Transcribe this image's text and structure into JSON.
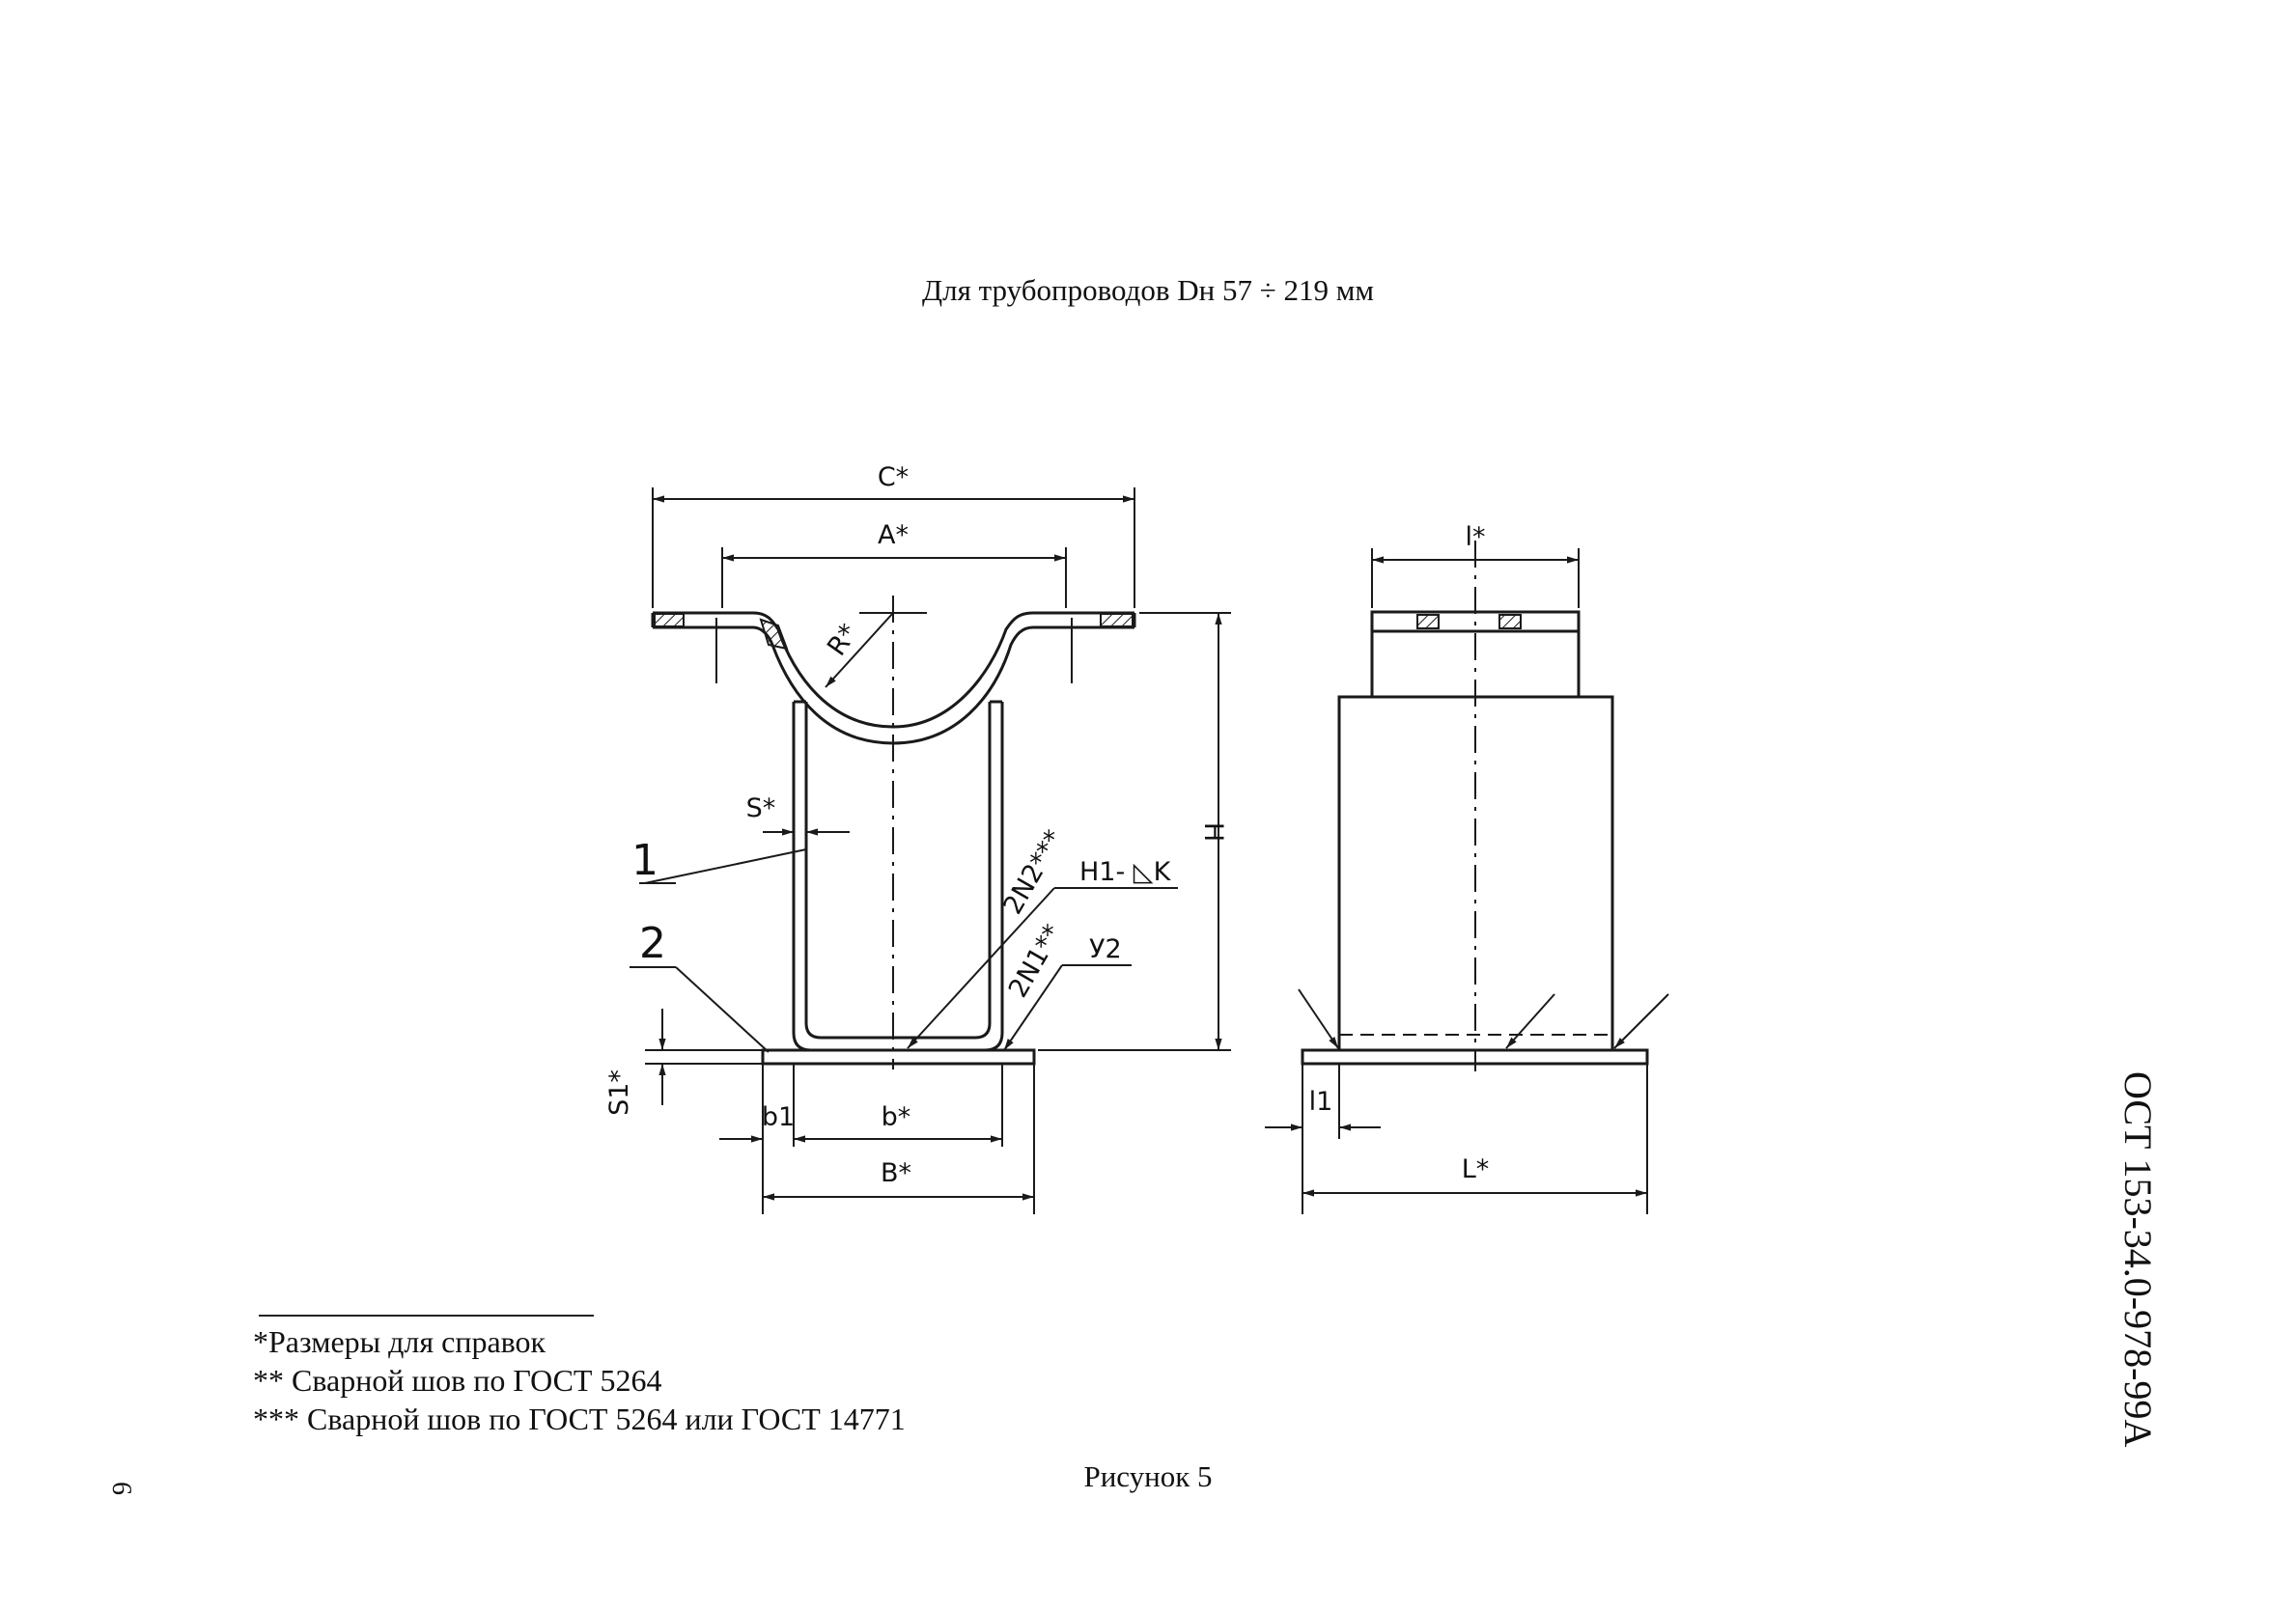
{
  "header": {
    "title": "Для трубопроводов Dн 57 ÷ 219 мм"
  },
  "drawing": {
    "labels": {
      "c": "C*",
      "a": "A*",
      "r": "R*",
      "s": "S*",
      "h": "H",
      "s1": "S1*",
      "b1": "b1",
      "b": "b*",
      "bb": "B*",
      "l": "l*",
      "l1": "l1",
      "ll": "L*",
      "pos1": "1",
      "pos2": "2",
      "weld2": "2N2***",
      "weld2_sym": "H1- ◺K",
      "weld1": "2N1**",
      "weld1_sym": "У2"
    }
  },
  "notes": {
    "n1": "*Размеры для справок",
    "n2": "** Сварной шов по ГОСТ 5264",
    "n3": "*** Сварной шов по ГОСТ 5264 или ГОСТ 14771"
  },
  "caption": "Рисунок 5",
  "page_number": "6",
  "document_id": "ОСТ 153-34.0-978-99А"
}
